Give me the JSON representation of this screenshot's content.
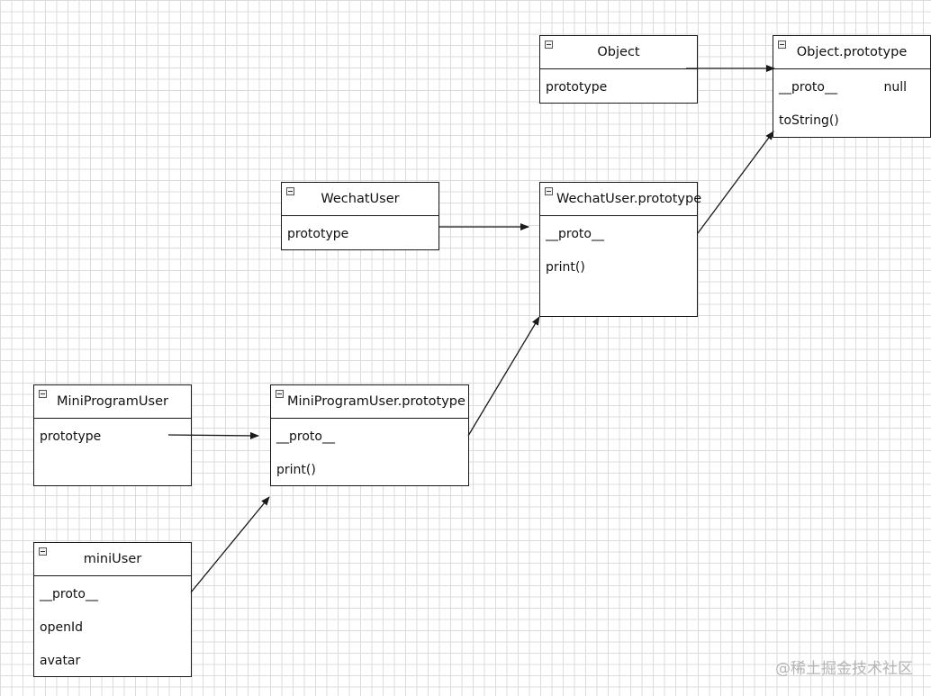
{
  "boxes": {
    "object": {
      "title": "Object",
      "fields": [
        "prototype"
      ]
    },
    "object_prototype": {
      "title": "Object.prototype",
      "fields": [
        "__proto__",
        "toString()"
      ],
      "null_label": "null"
    },
    "wechatuser": {
      "title": "WechatUser",
      "fields": [
        "prototype"
      ]
    },
    "wechatuser_prototype": {
      "title": "WechatUser.prototype",
      "fields": [
        "__proto__",
        "print()"
      ]
    },
    "miniprogramuser": {
      "title": "MiniProgramUser",
      "fields": [
        "prototype"
      ]
    },
    "miniprogramuser_prototype": {
      "title": "MiniProgramUser.prototype",
      "fields": [
        "__proto__",
        "print()"
      ]
    },
    "miniuser": {
      "title": "miniUser",
      "fields": [
        "__proto__",
        "openId",
        "avatar"
      ]
    }
  },
  "watermark": "@稀土掘金技术社区",
  "colors": {
    "line": "#1a1a1a",
    "grid": "#dcdcdc",
    "watermark": "#b5b5b5"
  }
}
